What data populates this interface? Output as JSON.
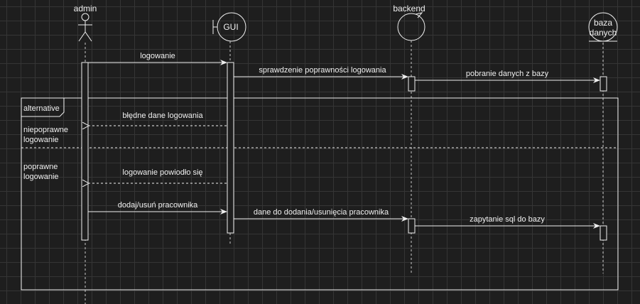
{
  "participants": {
    "admin": "admin",
    "gui": "GUI",
    "backend": "backend",
    "db": [
      "baza",
      "danych"
    ]
  },
  "messages": {
    "m1": "logowanie",
    "m2": "sprawdzenie poprawności logowania",
    "m3": "pobranie danych z bazy",
    "m4": "błędne dane logowania",
    "m5": "logowanie powiodło się",
    "m6": "dodaj/usuń pracownika",
    "m7": "dane do dodania/usunięcia pracownika",
    "m8": "zapytanie sql do bazy"
  },
  "fragment": {
    "operator": "alternative",
    "guard1": [
      "niepoprawne",
      "logowanie"
    ],
    "guard2": [
      "poprawne",
      "logowanie"
    ]
  },
  "colors": {
    "background": "#1e1e1e",
    "grid": "#353535",
    "stroke": "#f0f0f0"
  }
}
